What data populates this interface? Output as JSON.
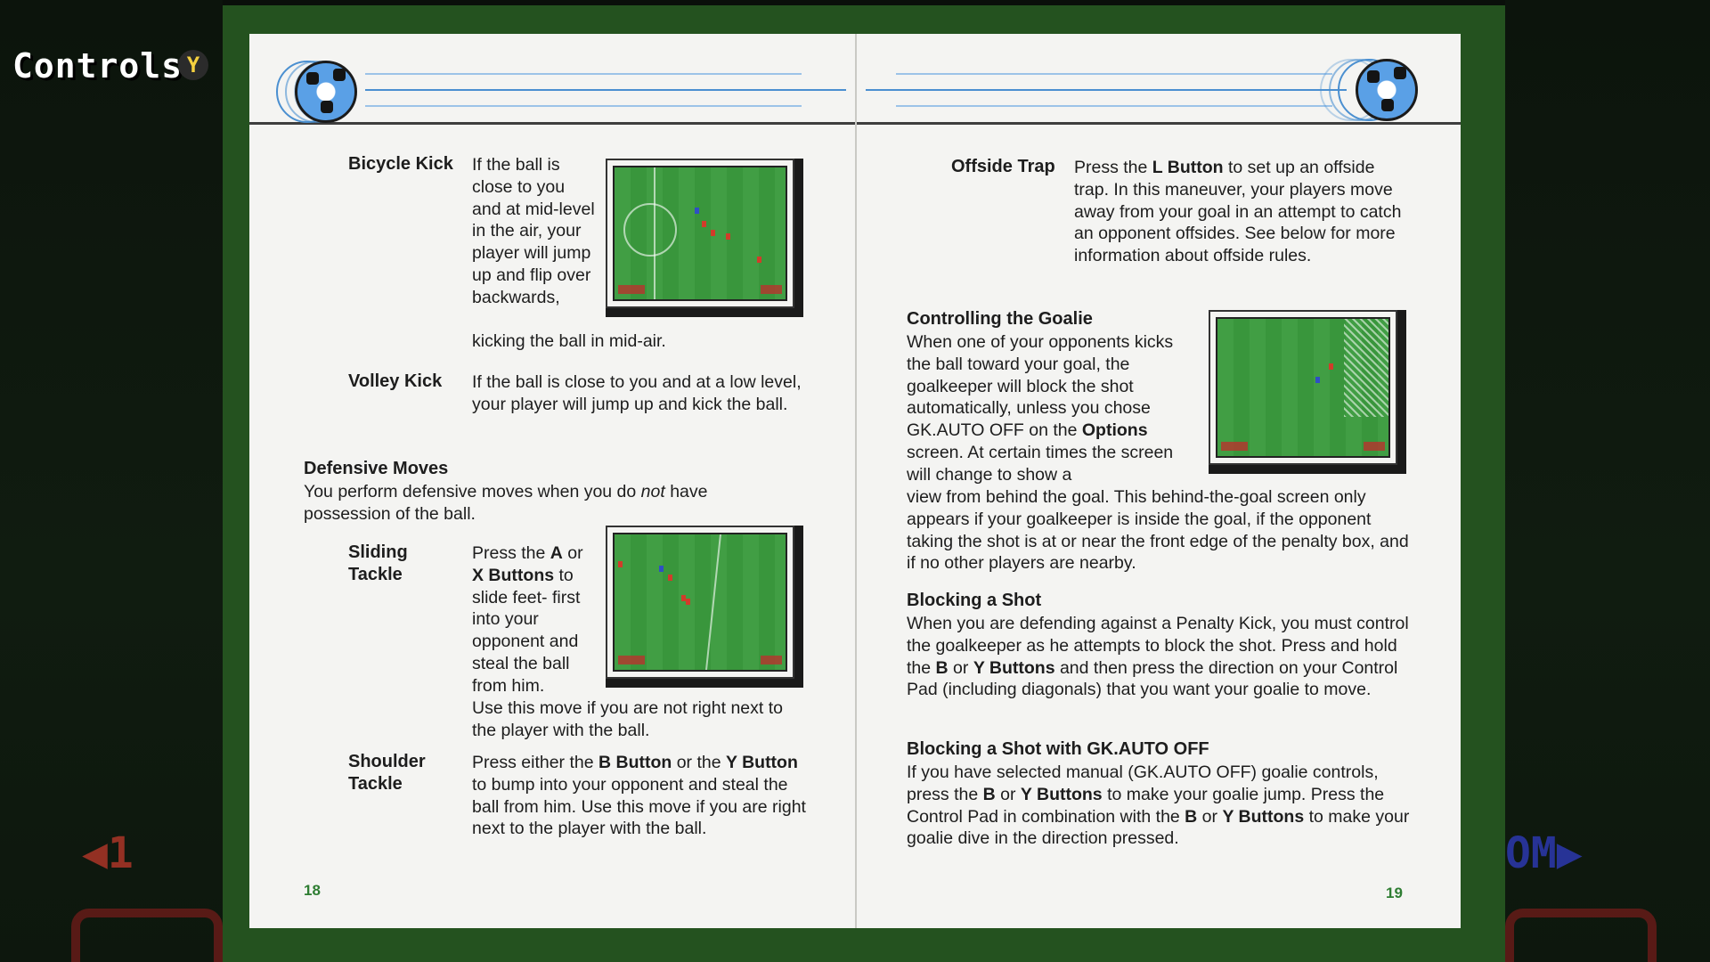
{
  "overlay": {
    "title": "Controls",
    "y_button": "Y",
    "nav_left": "◀1",
    "nav_right": "OM▶"
  },
  "left_page": {
    "bicycle": {
      "term": "Bicycle Kick",
      "text": "If the ball is close to you and at mid-level in the air, your player will jump up and flip over backwards,",
      "text_cont": "kicking the ball in mid-air."
    },
    "volley": {
      "term": "Volley Kick",
      "text": "If the ball is close to you and at a low level, your player will jump up and kick the ball."
    },
    "defensive": {
      "heading": "Defensive Moves",
      "intro_a": "You perform defensive moves when you do ",
      "intro_em": "not",
      "intro_b": " have possession of the ball."
    },
    "sliding": {
      "term": "Sliding Tackle",
      "t1": "Press the ",
      "b1": "A",
      "t2": " or ",
      "b2": "X Buttons",
      "t3": " to slide feet- first into your opponent and steal the ball from him.",
      "text_cont": "Use this move if you are not right next to the player with the ball."
    },
    "shoulder": {
      "term": "Shoulder Tackle",
      "t1": "Press either the ",
      "b1": "B Button",
      "t2": " or the ",
      "b2": "Y Button",
      "t3": " to bump into your opponent and steal the ball from him.  Use this move if you are right next to the player with the ball."
    },
    "page_number": "18"
  },
  "right_page": {
    "offside": {
      "term": "Offside Trap",
      "t1": "Press the ",
      "b1": "L Button",
      "t2": " to set up an offside trap.  In this maneuver, your players move away from your goal in an attempt to catch an opponent offsides.  See below for more information about offside rules."
    },
    "goalie": {
      "heading": "Controlling the Goalie",
      "t1": "When one of your opponents kicks the ball toward your goal, the goalkeeper will block the shot automatically, unless you chose GK.AUTO OFF on the ",
      "b1": "Options",
      "t2": " screen.  At certain times the screen will change to show a",
      "t3": "view from behind the goal.  This behind-the-goal screen only appears if your goalkeeper is inside the goal, if the opponent taking the shot is at or near the front edge of the penalty box, and if no other players are nearby."
    },
    "blocking": {
      "heading": "Blocking a Shot",
      "t1": "When you are defending against a Penalty Kick, you must control the goalkeeper as he attempts to block the shot. Press and hold the ",
      "b1": "B",
      "t2": " or ",
      "b2": "Y Buttons",
      "t3": " and then press the direction on your Control Pad (including diagonals) that you want your goalie to move."
    },
    "blocking_auto": {
      "heading": "Blocking a Shot with GK.AUTO OFF",
      "t1": "If you have selected manual (GK.AUTO OFF) goalie controls, press the ",
      "b1": "B",
      "t2": " or ",
      "b2": "Y Buttons",
      "t3": " to make your goalie jump. Press the Control Pad in combination with the ",
      "b3": "B",
      "t4": " or ",
      "b4": "Y Buttons",
      "t5": " to make your goalie dive in the direction pressed."
    },
    "page_number": "19"
  },
  "colors": {
    "frame_green": "#24521f",
    "page_paper": "#f4f4f2",
    "accent_blue": "#4a8fd0",
    "page_number_green": "#2e7d32",
    "field_green": "#3b9b3e"
  }
}
